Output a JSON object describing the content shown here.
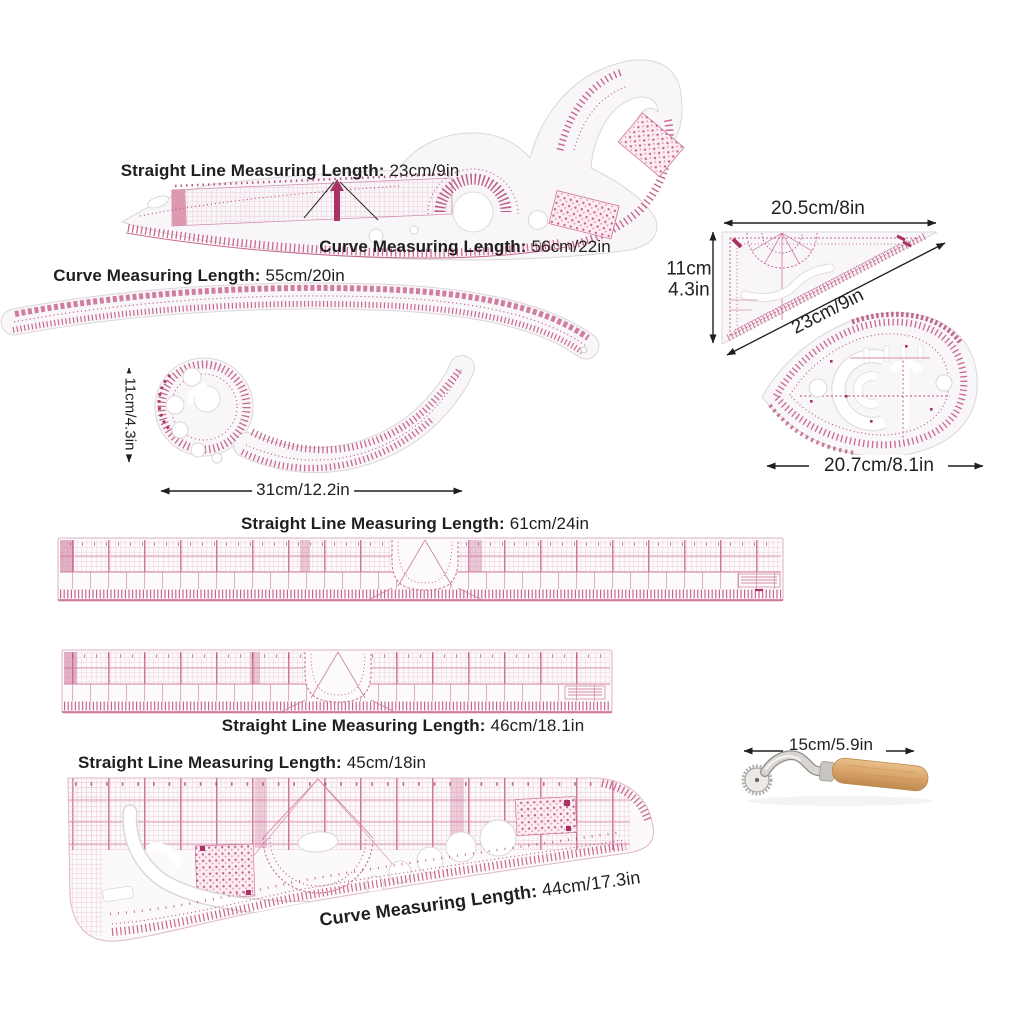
{
  "palette": {
    "ruler_pink": "#c9688f",
    "ruler_pink_dark": "#a93265",
    "ruler_pink_light": "#eabfd1",
    "ruler_body": "#f8f6f8",
    "ruler_edge": "#dcd6da",
    "annotation_text": "#1f1f1f",
    "wood_handle": "#d9a469",
    "metal": "#d9d6d2",
    "background": "#ffffff"
  },
  "annotations": {
    "comb_ruler": {
      "straight_prefix": "Straight Line Measuring Length:",
      "straight_value": "23cm/9in",
      "curve_prefix": "Curve Measuring Length:",
      "curve_value": "56cm/22in"
    },
    "long_curve_ruler": {
      "curve_prefix": "Curve Measuring Length:",
      "curve_value": "55cm/20in"
    },
    "comma_ruler": {
      "height": "11cm/4.3in",
      "width": "31cm/12.2in"
    },
    "triangle_ruler": {
      "top_width": "20.5cm/8in",
      "left_height_cm": "11cm",
      "left_height_in": "4.3in",
      "hypotenuse": "23cm/9in"
    },
    "teardrop_ruler": {
      "width": "20.7cm/8.1in"
    },
    "ruler_61": {
      "prefix": "Straight Line Measuring Length:",
      "value": "61cm/24in"
    },
    "ruler_46": {
      "prefix": "Straight Line Measuring Length:",
      "value": "46cm/18.1in"
    },
    "big_curve_ruler": {
      "straight_prefix": "Straight Line Measuring Length:",
      "straight_value": "45cm/18in",
      "curve_prefix": "Curve Measuring Length:",
      "curve_value": "44cm/17.3in"
    },
    "tracing_wheel": {
      "length": "15cm/5.9in"
    }
  }
}
